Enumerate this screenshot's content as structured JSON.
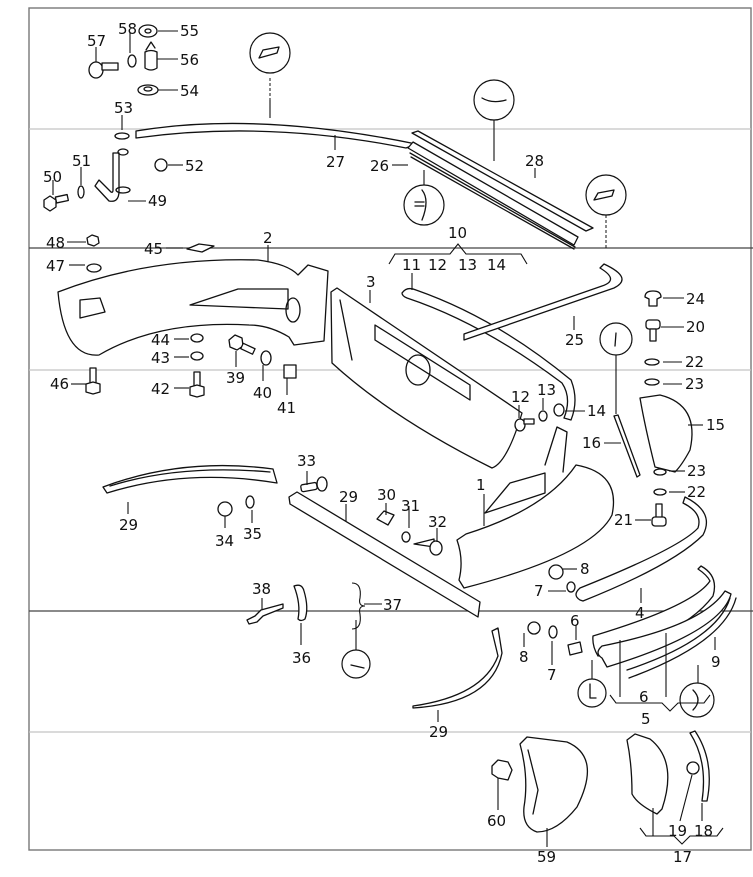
{
  "diagram": {
    "type": "exploded parts diagram",
    "subject": "bumper assembly",
    "callouts": [
      {
        "id": "c1",
        "label": "1"
      },
      {
        "id": "c2",
        "label": "2"
      },
      {
        "id": "c3",
        "label": "3"
      },
      {
        "id": "c4",
        "label": "4"
      },
      {
        "id": "c5",
        "label": "5"
      },
      {
        "id": "c6",
        "label": "6"
      },
      {
        "id": "c6b",
        "label": "6"
      },
      {
        "id": "c7",
        "label": "7"
      },
      {
        "id": "c7b",
        "label": "7"
      },
      {
        "id": "c8",
        "label": "8"
      },
      {
        "id": "c8b",
        "label": "8"
      },
      {
        "id": "c9",
        "label": "9"
      },
      {
        "id": "c10",
        "label": "10"
      },
      {
        "id": "c11",
        "label": "11"
      },
      {
        "id": "c12",
        "label": "12"
      },
      {
        "id": "c12b",
        "label": "12"
      },
      {
        "id": "c13",
        "label": "13"
      },
      {
        "id": "c13b",
        "label": "13"
      },
      {
        "id": "c14",
        "label": "14"
      },
      {
        "id": "c14b",
        "label": "14"
      },
      {
        "id": "c15",
        "label": "15"
      },
      {
        "id": "c16",
        "label": "16"
      },
      {
        "id": "c17",
        "label": "17"
      },
      {
        "id": "c18",
        "label": "18"
      },
      {
        "id": "c19",
        "label": "19"
      },
      {
        "id": "c20",
        "label": "20"
      },
      {
        "id": "c21",
        "label": "21"
      },
      {
        "id": "c22",
        "label": "22"
      },
      {
        "id": "c22b",
        "label": "22"
      },
      {
        "id": "c23",
        "label": "23"
      },
      {
        "id": "c23b",
        "label": "23"
      },
      {
        "id": "c24",
        "label": "24"
      },
      {
        "id": "c25",
        "label": "25"
      },
      {
        "id": "c26",
        "label": "26"
      },
      {
        "id": "c27",
        "label": "27"
      },
      {
        "id": "c28",
        "label": "28"
      },
      {
        "id": "c29",
        "label": "29"
      },
      {
        "id": "c29b",
        "label": "29"
      },
      {
        "id": "c29c",
        "label": "29"
      },
      {
        "id": "c30",
        "label": "30"
      },
      {
        "id": "c31",
        "label": "31"
      },
      {
        "id": "c32",
        "label": "32"
      },
      {
        "id": "c33",
        "label": "33"
      },
      {
        "id": "c34",
        "label": "34"
      },
      {
        "id": "c35",
        "label": "35"
      },
      {
        "id": "c36",
        "label": "36"
      },
      {
        "id": "c37",
        "label": "37"
      },
      {
        "id": "c38",
        "label": "38"
      },
      {
        "id": "c39",
        "label": "39"
      },
      {
        "id": "c40",
        "label": "40"
      },
      {
        "id": "c41",
        "label": "41"
      },
      {
        "id": "c42",
        "label": "42"
      },
      {
        "id": "c43",
        "label": "43"
      },
      {
        "id": "c44",
        "label": "44"
      },
      {
        "id": "c45",
        "label": "45"
      },
      {
        "id": "c46",
        "label": "46"
      },
      {
        "id": "c47",
        "label": "47"
      },
      {
        "id": "c48",
        "label": "48"
      },
      {
        "id": "c49",
        "label": "49"
      },
      {
        "id": "c50",
        "label": "50"
      },
      {
        "id": "c51",
        "label": "51"
      },
      {
        "id": "c52",
        "label": "52"
      },
      {
        "id": "c53",
        "label": "53"
      },
      {
        "id": "c54",
        "label": "54"
      },
      {
        "id": "c55",
        "label": "55"
      },
      {
        "id": "c56",
        "label": "56"
      },
      {
        "id": "c57",
        "label": "57"
      },
      {
        "id": "c58",
        "label": "58"
      },
      {
        "id": "c59",
        "label": "59"
      },
      {
        "id": "c60",
        "label": "60"
      }
    ],
    "group_labels": {
      "group_10_members": [
        "11",
        "12",
        "13",
        "14"
      ],
      "group_5_members": [
        "6"
      ],
      "group_17_members": [
        "19",
        "18"
      ]
    }
  }
}
